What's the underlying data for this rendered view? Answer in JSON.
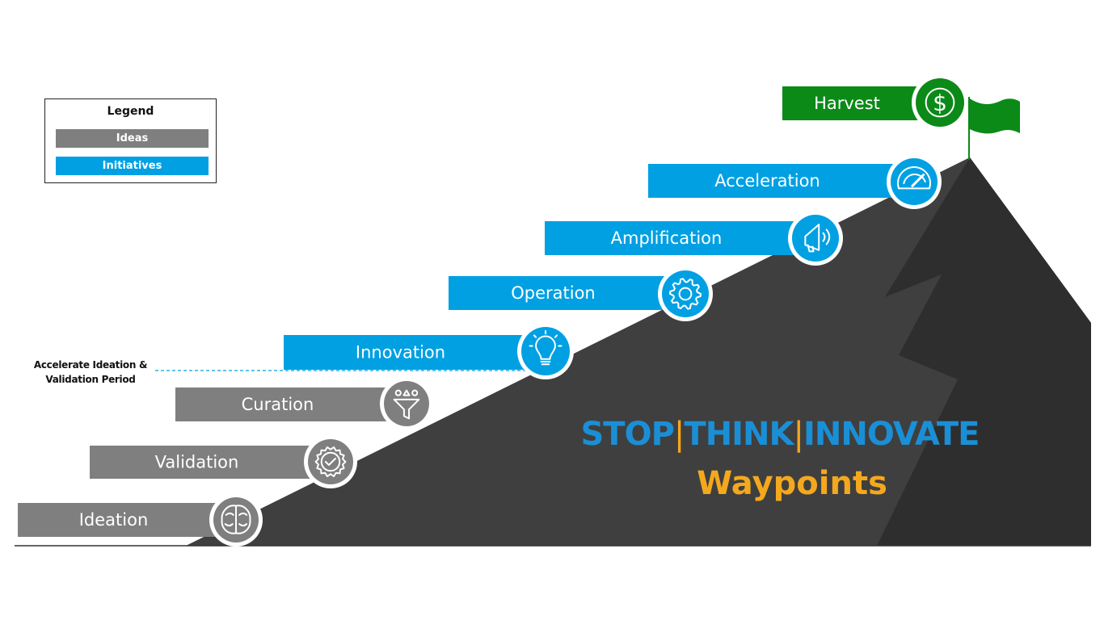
{
  "legend": {
    "title": "Legend",
    "ideas_label": "Ideas",
    "initiatives_label": "Initiatives"
  },
  "colors": {
    "ideas": "#7f7f7f",
    "initiatives": "#00a0e3",
    "harvest": "#0b8a18",
    "mountain": "#3f3f3f",
    "title_blue": "#1a8fd6",
    "title_gold": "#f4a81d"
  },
  "note": {
    "line1": "Accelerate Ideation &",
    "line2": "Validation Period"
  },
  "title": {
    "word1": "STOP",
    "word2": "THINK",
    "word3": "INNOVATE",
    "separator": "|",
    "subtitle": "Waypoints"
  },
  "steps": [
    {
      "id": "ideation",
      "label": "Ideation",
      "category": "ideas",
      "icon": "brain-icon"
    },
    {
      "id": "validation",
      "label": "Validation",
      "category": "ideas",
      "icon": "badge-check-icon"
    },
    {
      "id": "curation",
      "label": "Curation",
      "category": "ideas",
      "icon": "funnel-icon"
    },
    {
      "id": "innovation",
      "label": "Innovation",
      "category": "initiatives",
      "icon": "lightbulb-icon"
    },
    {
      "id": "operation",
      "label": "Operation",
      "category": "initiatives",
      "icon": "gear-icon"
    },
    {
      "id": "amplification",
      "label": "Amplification",
      "category": "initiatives",
      "icon": "megaphone-icon"
    },
    {
      "id": "acceleration",
      "label": "Acceleration",
      "category": "initiatives",
      "icon": "speedometer-icon"
    },
    {
      "id": "harvest",
      "label": "Harvest",
      "category": "harvest",
      "icon": "dollar-icon"
    }
  ]
}
